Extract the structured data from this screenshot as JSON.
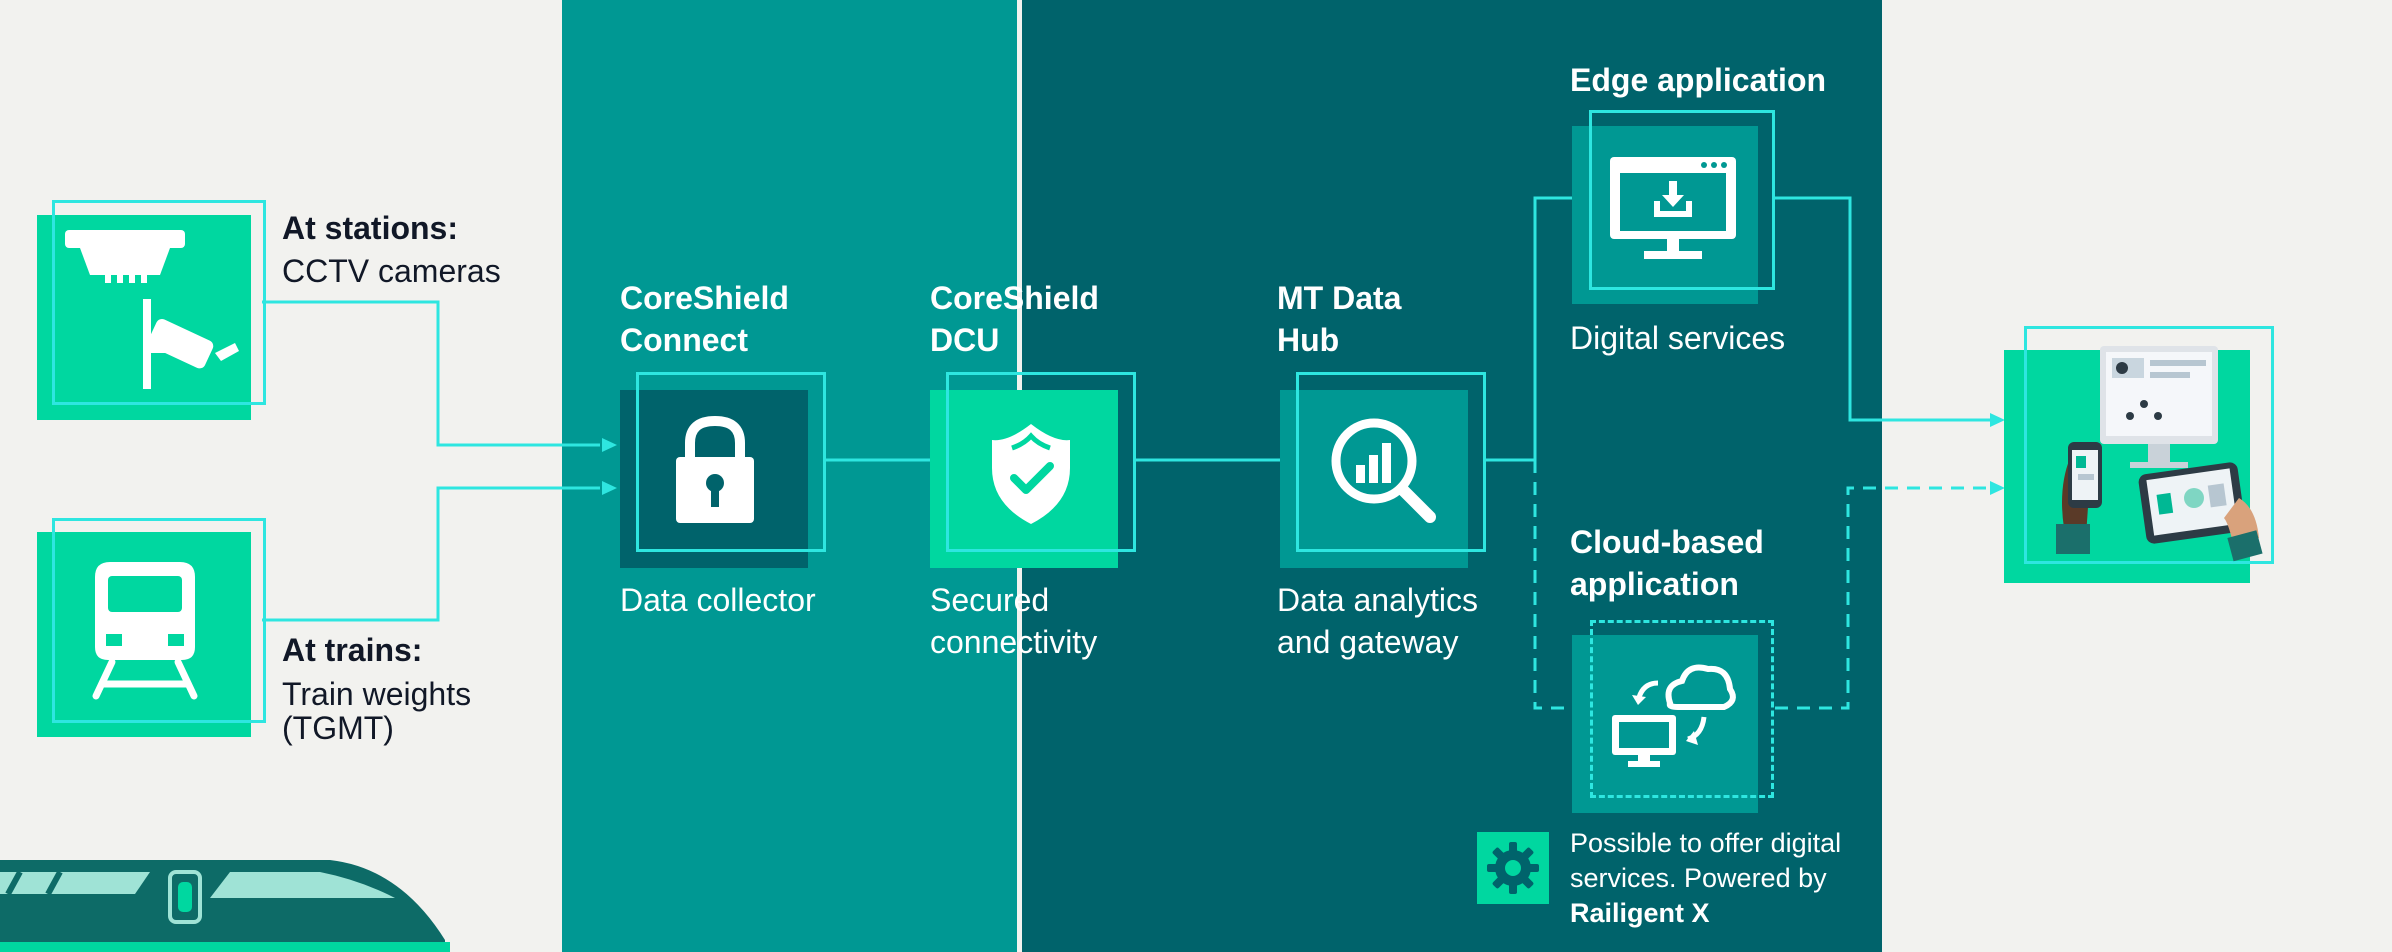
{
  "sources": {
    "stations": {
      "title": "At stations:",
      "subtitle": "CCTV cameras",
      "icon": "cctv-camera-icon"
    },
    "trains": {
      "title": "At trains:",
      "subtitle_line1": "Train weights",
      "subtitle_line2": "(TGMT)",
      "icon": "train-front-icon"
    }
  },
  "stages": {
    "connect": {
      "title_line1": "CoreShield",
      "title_line2": "Connect",
      "caption": "Data collector",
      "icon": "padlock-icon"
    },
    "dcu": {
      "title_line1": "CoreShield",
      "title_line2": "DCU",
      "caption_line1": "Secured",
      "caption_line2": "connectivity",
      "icon": "shield-check-icon"
    },
    "hub": {
      "title_line1": "MT Data",
      "title_line2": "Hub",
      "caption_line1": "Data analytics",
      "caption_line2": "and gateway",
      "icon": "magnifier-chart-icon"
    }
  },
  "edge": {
    "title": "Edge application",
    "caption": "Digital services",
    "icon": "monitor-download-icon"
  },
  "cloud": {
    "title_line1": "Cloud-based",
    "title_line2": "application",
    "icon": "cloud-sync-icon",
    "note_line1": "Possible to offer digital",
    "note_line2": "services. Powered by",
    "note_brand": "Railigent X",
    "note_icon": "gear-icon"
  },
  "colors": {
    "background": "#f2f2ef",
    "panel_connect": "#009893",
    "panel_main": "#00636b",
    "accent_green": "#00d7a0",
    "line_cyan": "#2ee6e0"
  }
}
